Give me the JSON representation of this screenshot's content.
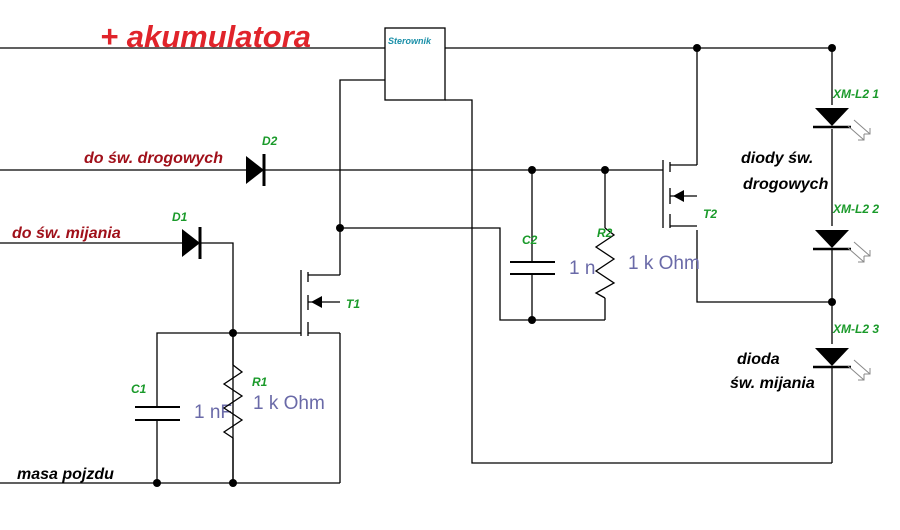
{
  "title": "+ akumulatora",
  "controller": {
    "label": "Sterownik"
  },
  "inputs": {
    "high_beam": "do św. drogowych",
    "low_beam": "do św. mijania",
    "ground": "masa pojzdu"
  },
  "components": {
    "d1": "D1",
    "d2": "D2",
    "t1": "T1",
    "t2": "T2",
    "r1": "R1",
    "r2": "R2",
    "c1": "C1",
    "c2": "C2",
    "led1": "XM-L2 1",
    "led2": "XM-L2 2",
    "led3": "XM-L2 3"
  },
  "values": {
    "c1": "1 nF",
    "c2": "1 nF",
    "r1": "1 k Ohm",
    "r2": "1 k Ohm"
  },
  "notes": {
    "high_beam_diodes_line1": "diody św.",
    "high_beam_diodes_line2": "drogowych",
    "low_beam_diode_line1": "dioda",
    "low_beam_diode_line2": "św. mijania"
  }
}
